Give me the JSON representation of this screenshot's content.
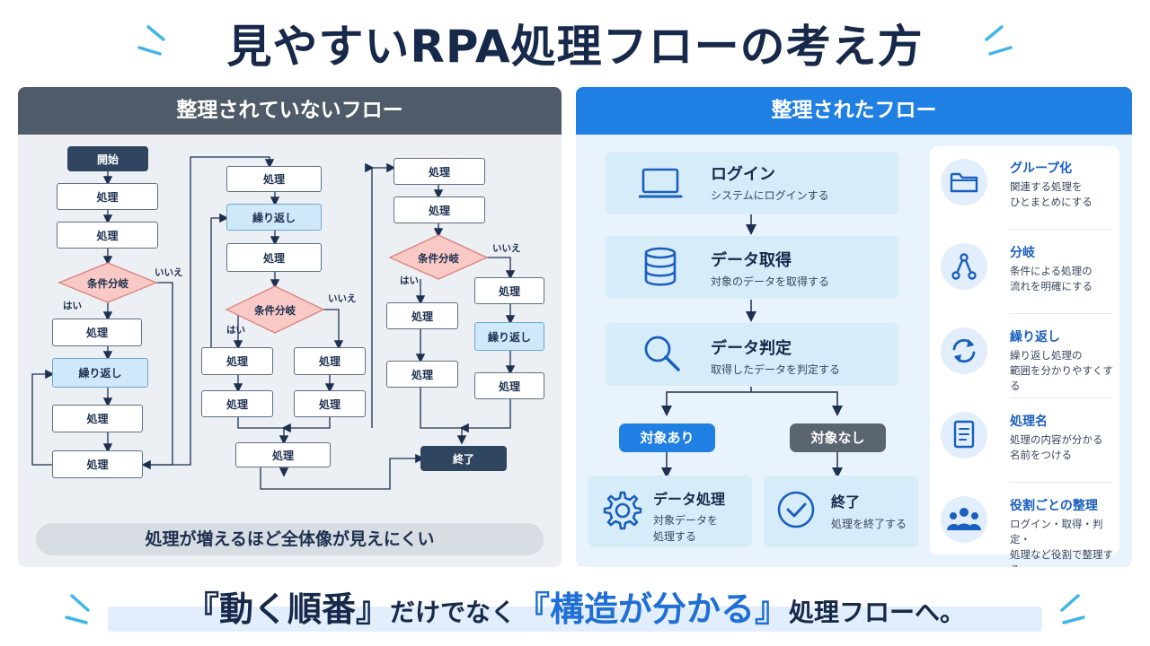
{
  "title": "見やすいRPA処理フローの考え方",
  "left_panel": {
    "header": "整理されていないフロー",
    "nodes": {
      "start": "開始",
      "process": "処理",
      "loop": "繰り返し",
      "condition": "条件分岐",
      "end": "終了"
    },
    "branch_yes": "はい",
    "branch_no": "いいえ",
    "caption": "処理が増えるほど全体像が見えにくい"
  },
  "right_panel": {
    "header": "整理されたフロー",
    "steps": [
      {
        "title": "ログイン",
        "desc": "システムにログインする",
        "icon": "laptop-icon"
      },
      {
        "title": "データ取得",
        "desc": "対象のデータを取得する",
        "icon": "database-icon"
      },
      {
        "title": "データ判定",
        "desc": "取得したデータを判定する",
        "icon": "search-icon"
      }
    ],
    "branches": [
      {
        "label": "対象あり",
        "color": "#1f7fe2"
      },
      {
        "label": "対象なし",
        "color": "#5b6570"
      }
    ],
    "outcomes": [
      {
        "title": "データ処理",
        "desc_line1": "対象データを",
        "desc_line2": "処理する",
        "icon": "gear-icon"
      },
      {
        "title": "終了",
        "desc_line1": "処理を終了する",
        "icon": "check-circle-icon"
      }
    ],
    "sidebar": [
      {
        "title": "グループ化",
        "desc_line1": "関連する処理を",
        "desc_line2": "ひとまとめにする",
        "icon": "folder-icon"
      },
      {
        "title": "分岐",
        "desc_line1": "条件による処理の",
        "desc_line2": "流れを明確にする",
        "icon": "branch-icon"
      },
      {
        "title": "繰り返し",
        "desc_line1": "繰り返し処理の",
        "desc_line2": "範囲を分かりやすくする",
        "icon": "refresh-icon"
      },
      {
        "title": "処理名",
        "desc_line1": "処理の内容が分かる",
        "desc_line2": "名前をつける",
        "icon": "document-icon"
      },
      {
        "title": "役割ごとの整理",
        "desc_line1": "ログイン・取得・判定・",
        "desc_line2": "処理など役割で整理する",
        "icon": "users-icon"
      }
    ]
  },
  "bottom": {
    "part1": "『動く順番』",
    "part2": "だけでなく",
    "part3": "『構造が分かる』",
    "part4": "処理フローへ。"
  },
  "colors": {
    "navy": "#17294a",
    "blue": "#1f7fe2",
    "gray_header": "#4f5b68",
    "diamond": "#f9c9c5",
    "loop": "#cfe8fa"
  }
}
